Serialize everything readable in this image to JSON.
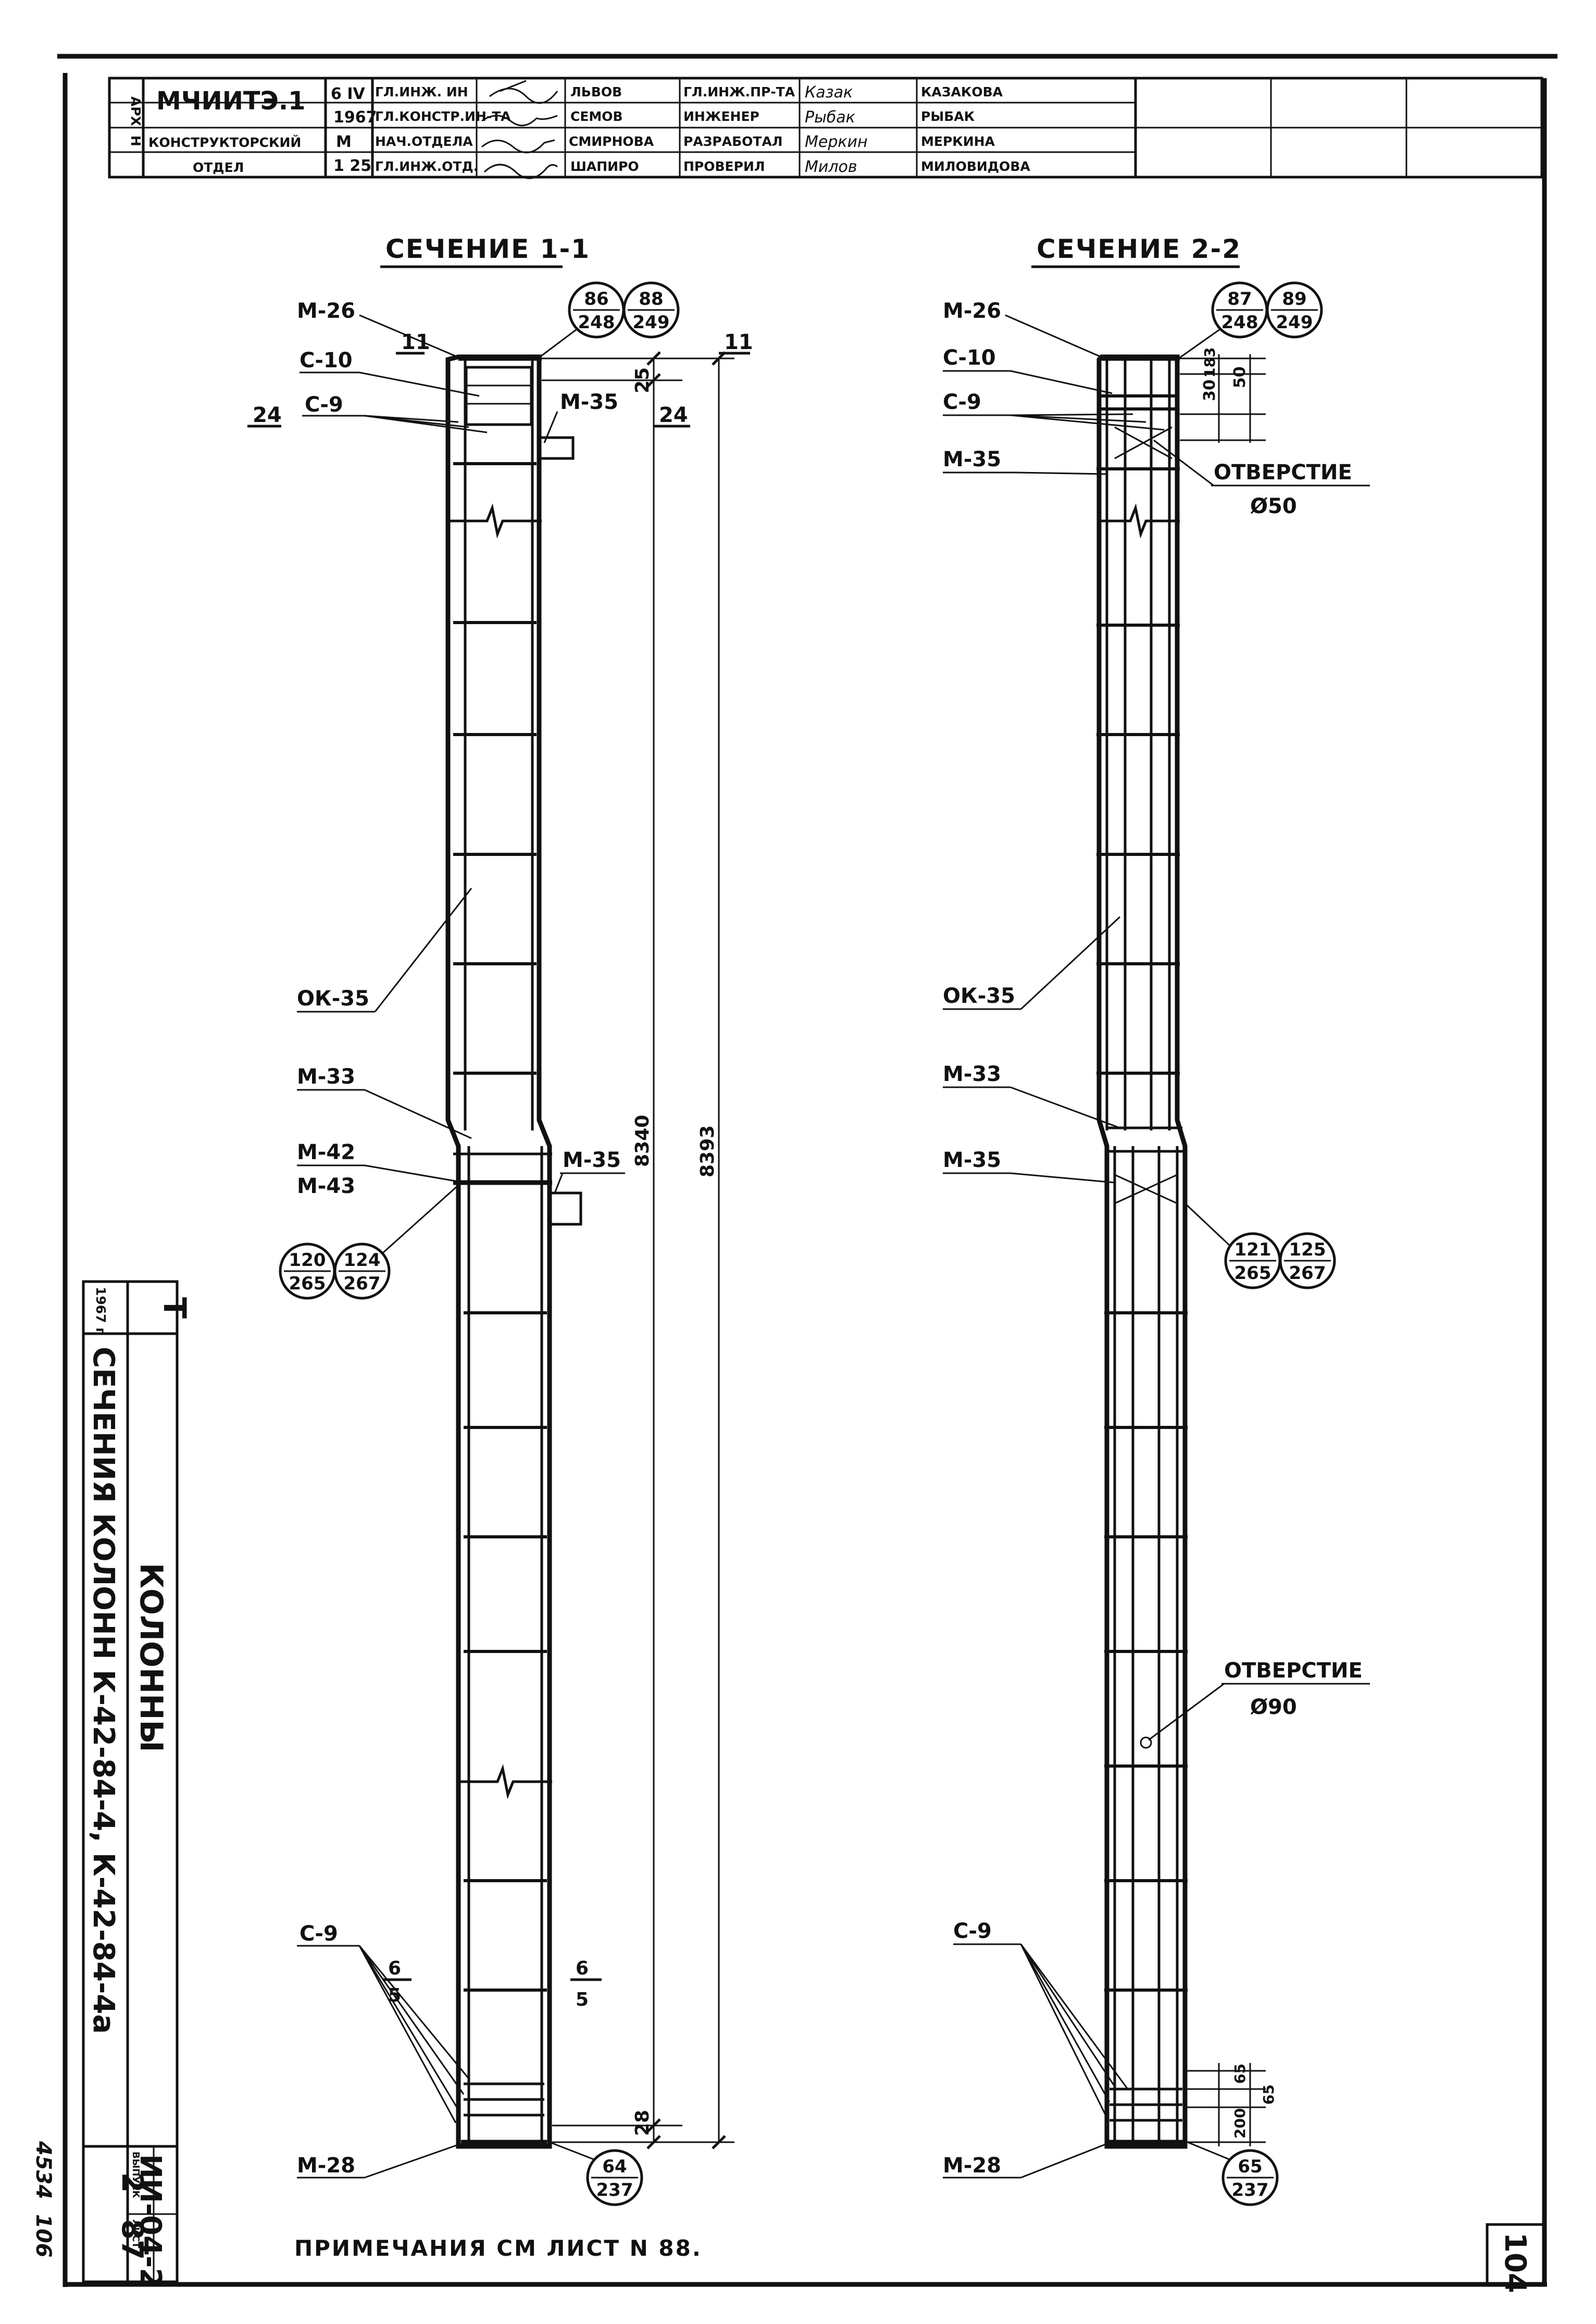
{
  "title_block": {
    "org": "МЧИИТЭ.1",
    "arch_label": "АРХ",
    "arch_no": "Н",
    "dept_line1": "КОНСТРУКТОРСКИЙ",
    "dept_line2": "ОТДЕЛ",
    "date_line1": "6 IV",
    "date_line2": "1967",
    "scale_label": "М",
    "scale_value": "1 25",
    "role1": "ГЛ.ИНЖ. ИН",
    "role2": "ГЛ.КОНСТР.ИН-ТА",
    "role3": "НАЧ.ОТДЕЛА",
    "role4": "ГЛ.ИНЖ.ОТД.",
    "name1": "ЛЬВОВ",
    "name2": "СЕМОВ",
    "name3": "СМИРНОВА",
    "name4": "ШАПИРО",
    "role5": "ГЛ.ИНЖ.ПР-ТА",
    "role6": "ИНЖЕНЕР",
    "role7": "РАЗРАБОТАЛ",
    "role8": "ПРОВЕРИЛ",
    "name5": "КАЗАКОВА",
    "name6": "РЫБАК",
    "name7": "МЕРКИНА",
    "name8": "МИЛОВИДОВА",
    "sig1": "Казак",
    "sig2": "Рыбак",
    "sig3": "Меркин",
    "sig4": "Милов"
  },
  "section1": {
    "title": "СЕЧЕНИЕ 1-1",
    "top_circle_a": [
      "86",
      "248"
    ],
    "top_circle_b": [
      "88",
      "249"
    ],
    "mid_circle_a": [
      "120",
      "265"
    ],
    "mid_circle_b": [
      "124",
      "267"
    ],
    "bottom_circle": [
      "64",
      "237"
    ],
    "labels": {
      "m26": "М-26",
      "c10": "С-10",
      "c9": "С-9",
      "m35_top": "М-35",
      "ok35": "ОК-35",
      "m33": "М-33",
      "m42": "М-42",
      "m43": "М-43",
      "m35_mid": "М-35",
      "c9_bottom": "С-9",
      "m28": "М-28"
    },
    "cut_11_left": "11",
    "cut_11_right": "11",
    "cut_24_left": "24",
    "cut_24_right": "24",
    "cut_6_left": "6",
    "cut_5_left": "5",
    "cut_6_right": "6",
    "cut_5_right": "5",
    "dim_25": "25",
    "dim_8340": "8340",
    "dim_8393": "8393",
    "dim_28": "28"
  },
  "section2": {
    "title": "СЕЧЕНИЕ 2-2",
    "top_circle_a": [
      "87",
      "248"
    ],
    "top_circle_b": [
      "89",
      "249"
    ],
    "mid_circle_a": [
      "121",
      "265"
    ],
    "mid_circle_b": [
      "125",
      "267"
    ],
    "bottom_circle": [
      "65",
      "237"
    ],
    "labels": {
      "m26": "М-26",
      "c10": "С-10",
      "c9": "С-9",
      "m35": "М-35",
      "hole_top": "ОТВЕРСТИЕ",
      "hole_top_dia": "Ø50",
      "ok35": "ОК-35",
      "m33": "М-33",
      "m35_mid": "М-35",
      "hole_mid": "ОТВЕРСТИЕ",
      "hole_mid_dia": "Ø90",
      "c9_bottom": "С-9",
      "m28": "М-28"
    },
    "dim_30": "30",
    "dim_183": "183",
    "dim_50": "50",
    "dim_65a": "65",
    "dim_65b": "65",
    "dim_200": "200"
  },
  "side_stamp": {
    "letter": "Т",
    "year": "1967 г",
    "title": "КОЛОННЫ",
    "subtitle": "СЕЧЕНИЯ КОЛОНН К-42-84-4, К-42-84-4а",
    "doc_code": "ИИ-04-2",
    "issue_label": "ВЫПУСК",
    "sheet_label": "ЛИСТ",
    "issue": "2",
    "sheet": "87",
    "archive_no": "4534",
    "archive_no2": "106"
  },
  "note": "ПРИМЕЧАНИЯ СМ ЛИСТ N 88.",
  "page_number": "104"
}
